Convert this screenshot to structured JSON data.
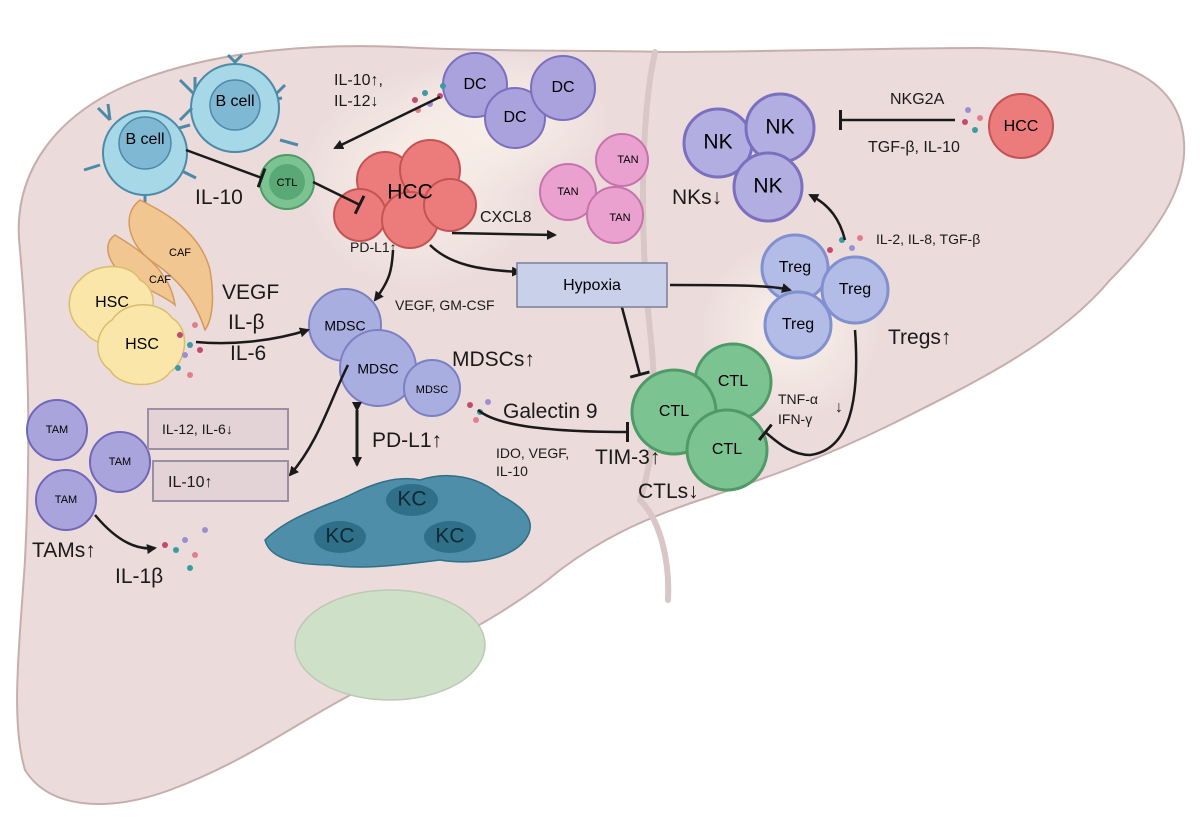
{
  "cells": {
    "b_cell": "B cell",
    "ctl": "CTL",
    "hcc": "HCC",
    "dc": "DC",
    "tan": "TAN",
    "caf": "CAF",
    "hsc": "HSC",
    "mdsc": "MDSC",
    "tam": "TAM",
    "kc": "KC",
    "nk": "NK",
    "treg": "Treg"
  },
  "labels": {
    "il10_up_il12_down_1": "IL-10↑,",
    "il10_up_il12_down_2": "IL-12↓",
    "il10": "IL-10",
    "cxcl8": "CXCL8",
    "pdl1_up_small": "PD-L1↑",
    "vegf_gmcsf": "VEGF, GM-CSF",
    "vegf": "VEGF",
    "il_beta": "IL-β",
    "il6": "IL-6",
    "mdscs_up": "MDSCs↑",
    "galectin9": "Galectin 9",
    "pdl1_up_large": "PD-L1↑",
    "ido_1": "IDO, VEGF,",
    "ido_2": "IL-10",
    "tim3_up": "TIM-3↑",
    "ctls_down": "CTLs↓",
    "tams_up": "TAMs↑",
    "il1b": "IL-1β",
    "nkg2a": "NKG2A",
    "tgfb_il10": "TGF-β, IL-10",
    "nks_down": "NKs↓",
    "il2_il8_tgfb": "IL-2, IL-8, TGF-β",
    "tregs_up": "Tregs↑",
    "tnfa": "TNF-α",
    "ifng": "IFN-γ",
    "down_arrow": "↓"
  },
  "boxes": {
    "hypoxia": "Hypoxia",
    "il12_il6_down": "IL-12, IL-6↓",
    "il10_up": "IL-10↑"
  },
  "colors": {
    "liver": "#ebdcdb",
    "liver_stroke": "#c7aeae",
    "b_cell": "#a7d8e8",
    "ctl": "#7cc392",
    "hcc": "#ec7c7c",
    "dc": "#a9a2dc",
    "tan": "#eaa1d0",
    "caf": "#f1c690",
    "hsc": "#fae6a8",
    "mdsc": "#a9aee0",
    "tam": "#aaa4dd",
    "kc": "#4f8ea8",
    "nk": "#b3aee2",
    "treg": "#b3bce6",
    "box_fill": "#e3d3d6",
    "box_stroke": "#9a8fa3",
    "hypoxia_fill": "#c9d0ea"
  }
}
